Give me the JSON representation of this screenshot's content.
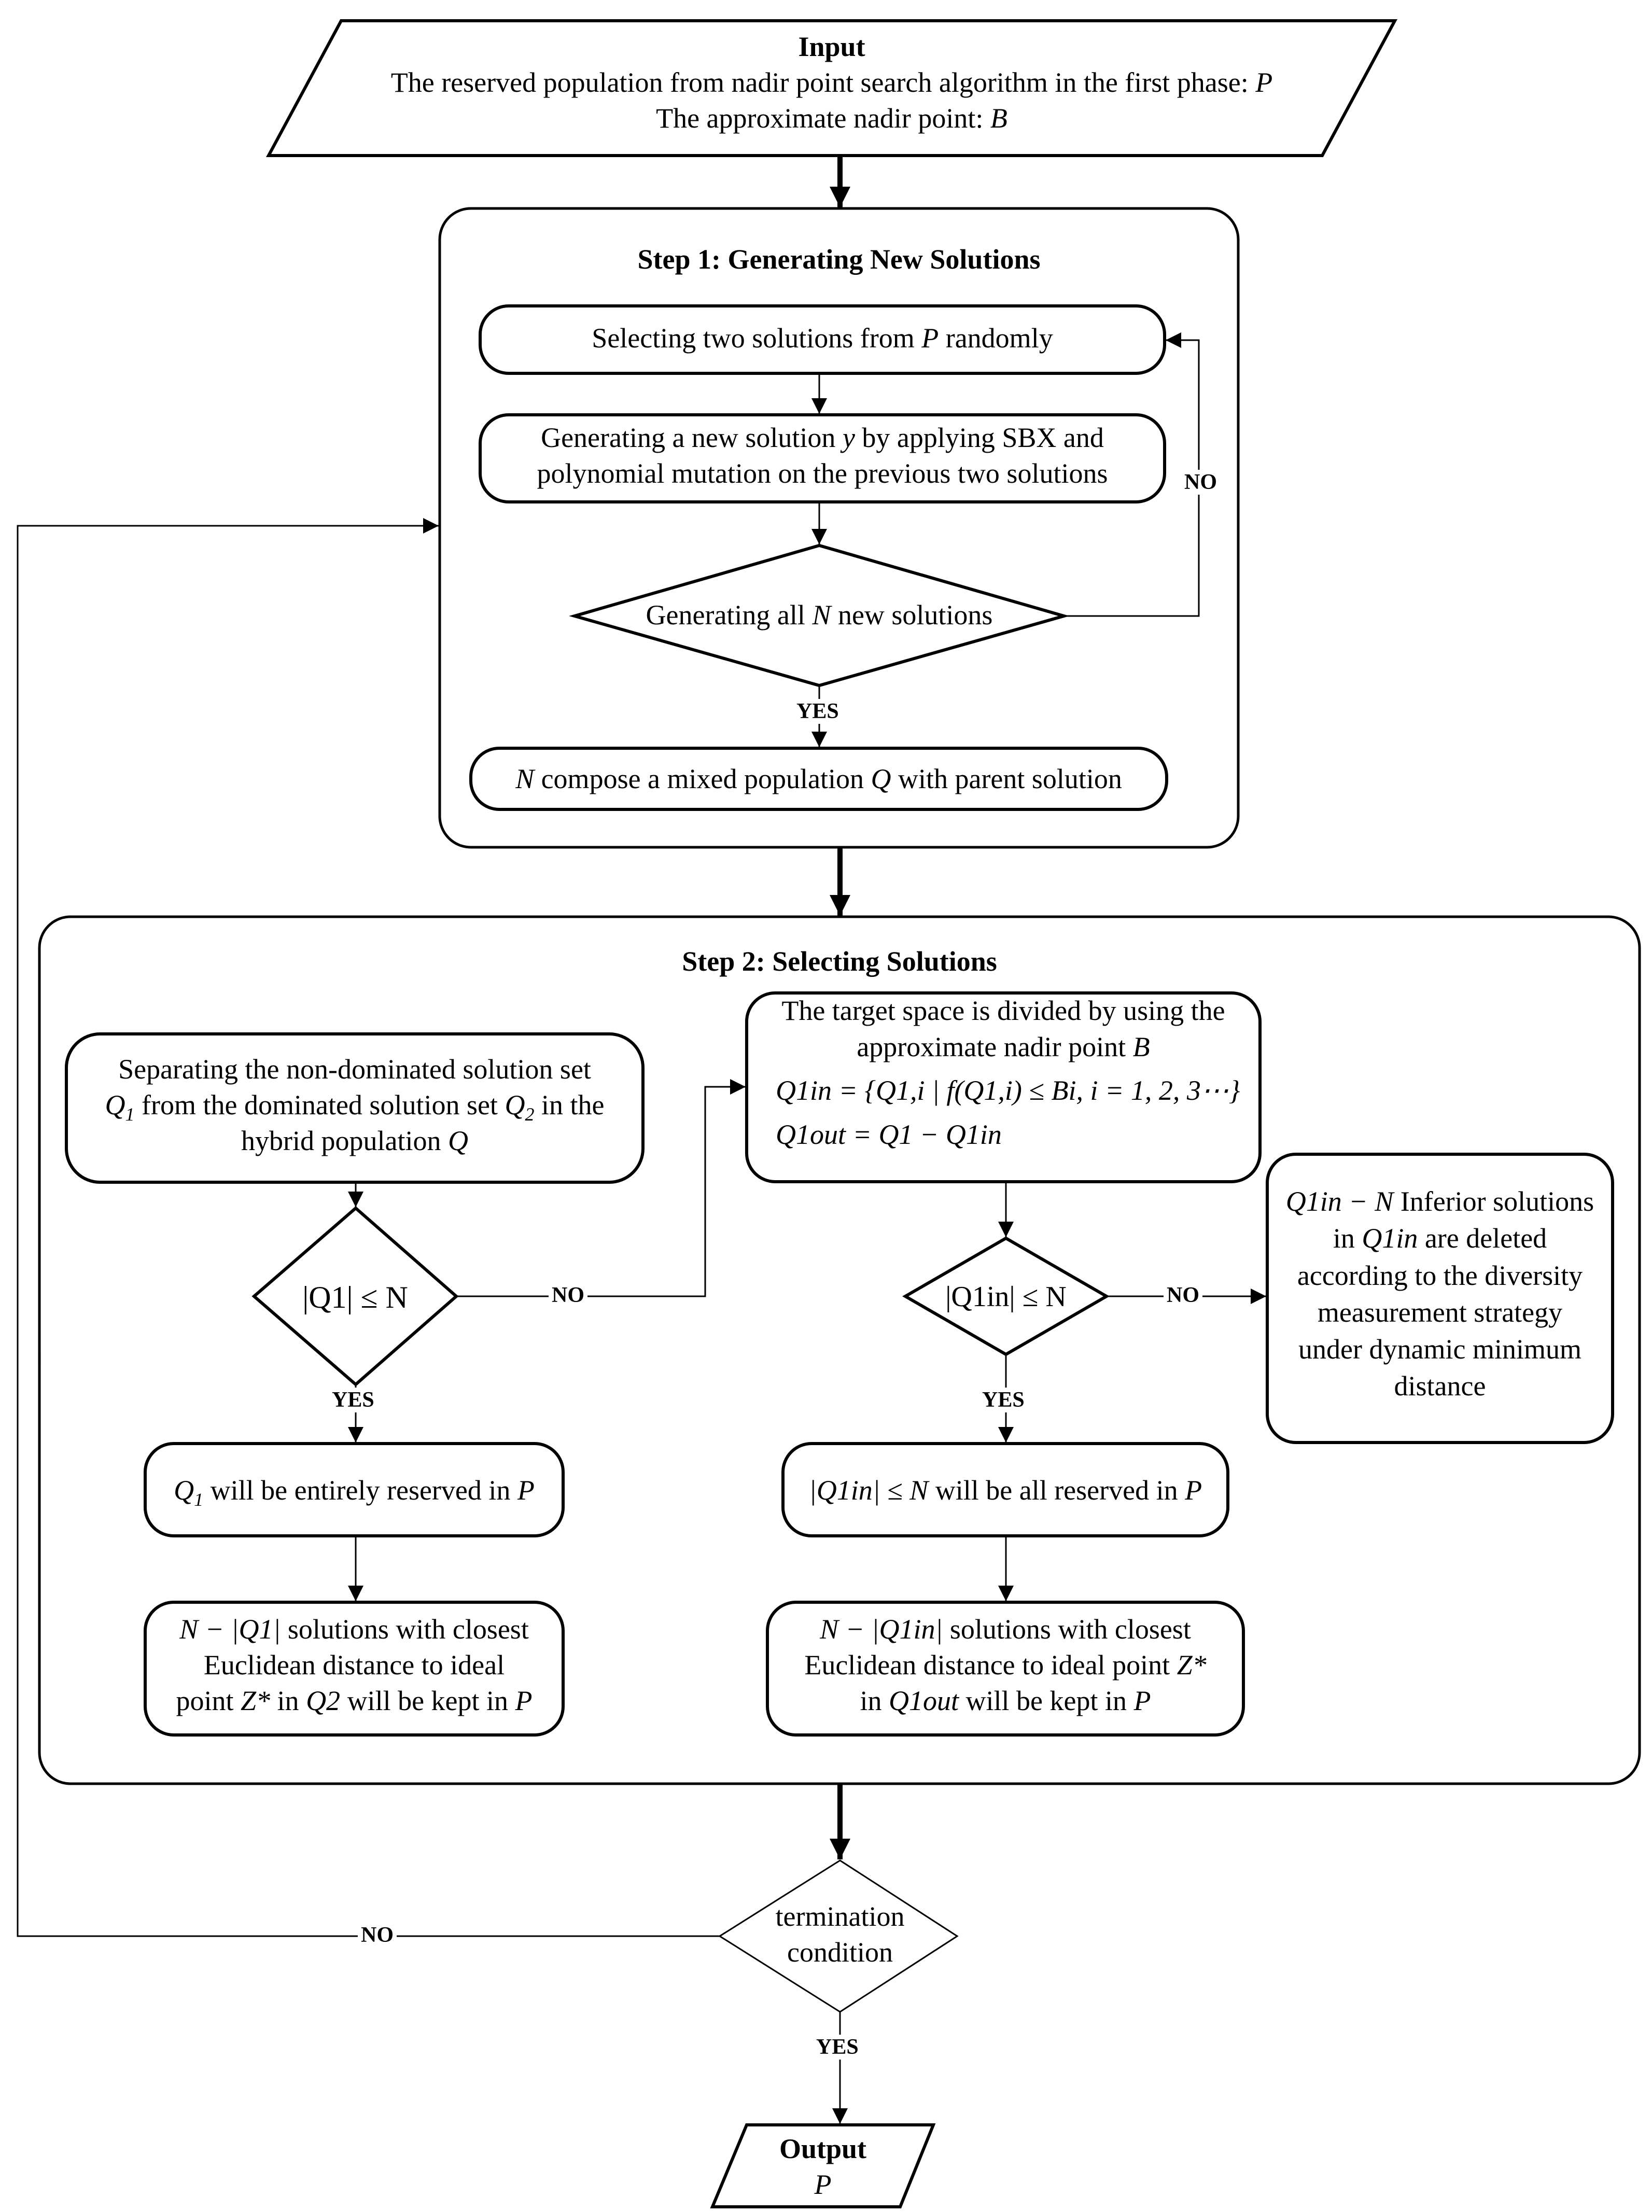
{
  "input": {
    "title": "Input",
    "line1": "The reserved population from nadir point search algorithm in the first phase:",
    "line1_var": "P",
    "line2": "The approximate nadir point:",
    "line2_var": "B"
  },
  "step1": {
    "title": "Step 1: Generating New Solutions",
    "select_pre": "Selecting two solutions from",
    "select_var": "P",
    "select_post": "randomly",
    "gen_line1_pre": "Generating a new solution",
    "gen_line1_var": "y",
    "gen_line1_post": "by applying SBX and",
    "gen_line2": "polynomial mutation on the previous two solutions",
    "decision_pre": "Generating all",
    "decision_var": "N",
    "decision_post": "new solutions",
    "no_label": "NO",
    "yes_label": "YES",
    "compose_var": "N",
    "compose_mid": "compose a mixed population",
    "compose_var2": "Q",
    "compose_post": "with parent solution"
  },
  "step2": {
    "title": "Step 2: Selecting Solutions",
    "separate_line1": "Separating the non-dominated solution set",
    "separate_q1": "Q",
    "separate_q1_sub": "1",
    "separate_mid": "from the dominated solution set",
    "separate_q2": "Q",
    "separate_q2_sub": "2",
    "separate_post": "in the",
    "separate_line3_pre": "hybrid population",
    "separate_line3_var": "Q",
    "dec1_text": "|Q1| ≤ N",
    "dec1_no": "NO",
    "dec1_yes": "YES",
    "reserve1_var": "Q",
    "reserve1_sub": "1",
    "reserve1_mid": "will be entirely reserved in",
    "reserve1_var2": "P",
    "closest1_line1_formula": "N − |Q1|",
    "closest1_line1_post": "solutions with closest",
    "closest1_line2": "Euclidean distance to ideal",
    "closest1_line3_pre": "point",
    "closest1_line3_z": "Z*",
    "closest1_line3_mid": "in",
    "closest1_line3_q": "Q2",
    "closest1_line3_post": "will be kept in",
    "closest1_line3_var": "P",
    "divide_line1": "The target space is divided by using the",
    "divide_line2_pre": "approximate nadir point",
    "divide_line2_var": "B",
    "divide_formula1": "Q1in = {Q1,i | f(Q1,i) ≤ Bi, i = 1, 2, 3⋯}",
    "divide_formula2": "Q1out = Q1 − Q1in",
    "dec2_text": "|Q1in| ≤ N",
    "dec2_no": "NO",
    "dec2_yes": "YES",
    "inferior_line1_formula": "Q1in − N",
    "inferior_line1_post": "Inferior solutions",
    "inferior_line2_pre": "in",
    "inferior_line2_formula": "Q1in",
    "inferior_line2_post": "are deleted",
    "inferior_line3": "according to the diversity",
    "inferior_line4": "measurement strategy",
    "inferior_line5": "under dynamic minimum",
    "inferior_line6": "distance",
    "reserve2_formula": "|Q1in| ≤ N",
    "reserve2_post": "will be all reserved in",
    "reserve2_var": "P",
    "closest2_line1_formula": "N − |Q1in|",
    "closest2_line1_post": "solutions with closest",
    "closest2_line2_pre": "Euclidean distance to ideal point",
    "closest2_line2_z": "Z*",
    "closest2_line3_pre": "in",
    "closest2_line3_formula": "Q1out",
    "closest2_line3_post": "will be kept in",
    "closest2_line3_var": "P"
  },
  "termination": {
    "line1": "termination",
    "line2": "condition",
    "no_label": "NO",
    "yes_label": "YES"
  },
  "output": {
    "title": "Output",
    "var": "P"
  }
}
